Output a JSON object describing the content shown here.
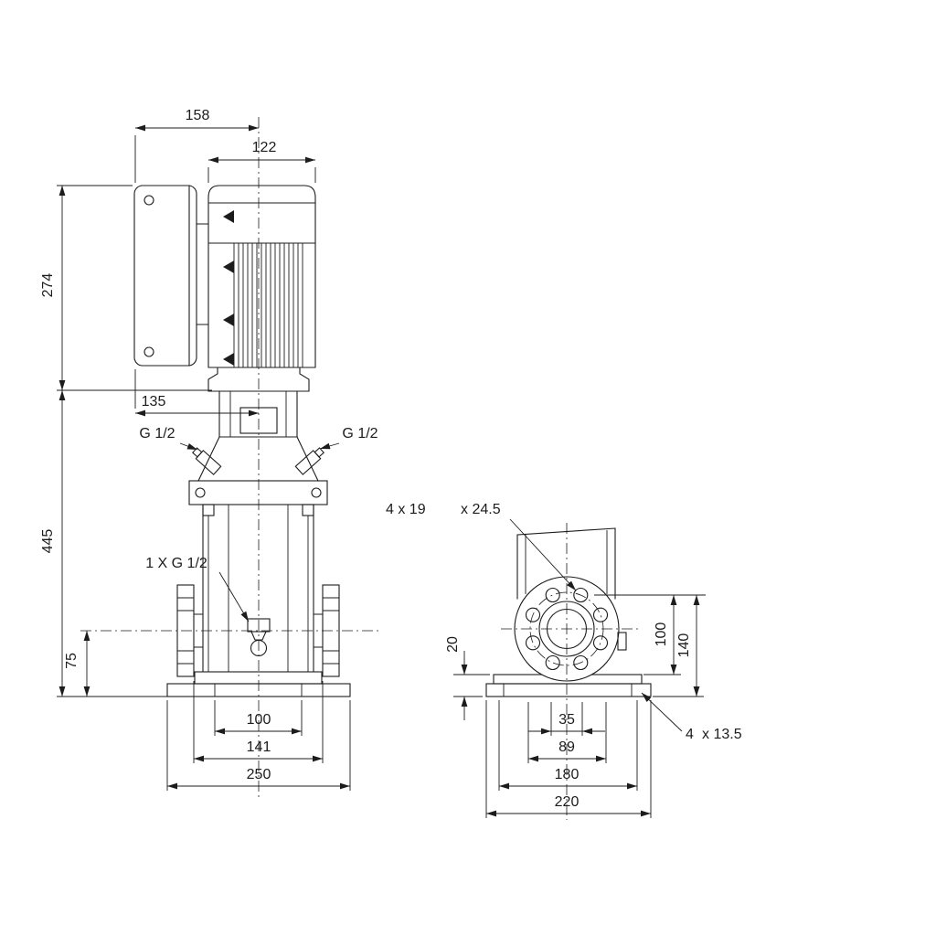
{
  "colors": {
    "background": "#ffffff",
    "line": "#1c1c1c"
  },
  "front_view": {
    "dim_top_width": "158",
    "dim_motor_width": "122",
    "dim_motor_height": "274",
    "dim_head_width": "135",
    "port_label_left": "G 1/2",
    "port_label_right": "G 1/2",
    "dim_pump_height": "445",
    "drain_label": "1 X G 1/2",
    "dim_port_height": "75",
    "dim_inner_base": "100",
    "dim_flange_span": "141",
    "dim_base_width": "250"
  },
  "end_view": {
    "flange_hole_note_a": "4 x 19",
    "flange_hole_note_b": "x 24.5",
    "dim_base_height": "20",
    "dim_center_to_base_top": "100",
    "dim_center_to_base_bottom": "140",
    "dim_port_bore": "35",
    "dim_bolt_span": "89",
    "dim_foot_hole_span": "180",
    "dim_base_depth": "220",
    "base_hole_note_a": "4",
    "base_hole_note_b": "x 13.5"
  }
}
